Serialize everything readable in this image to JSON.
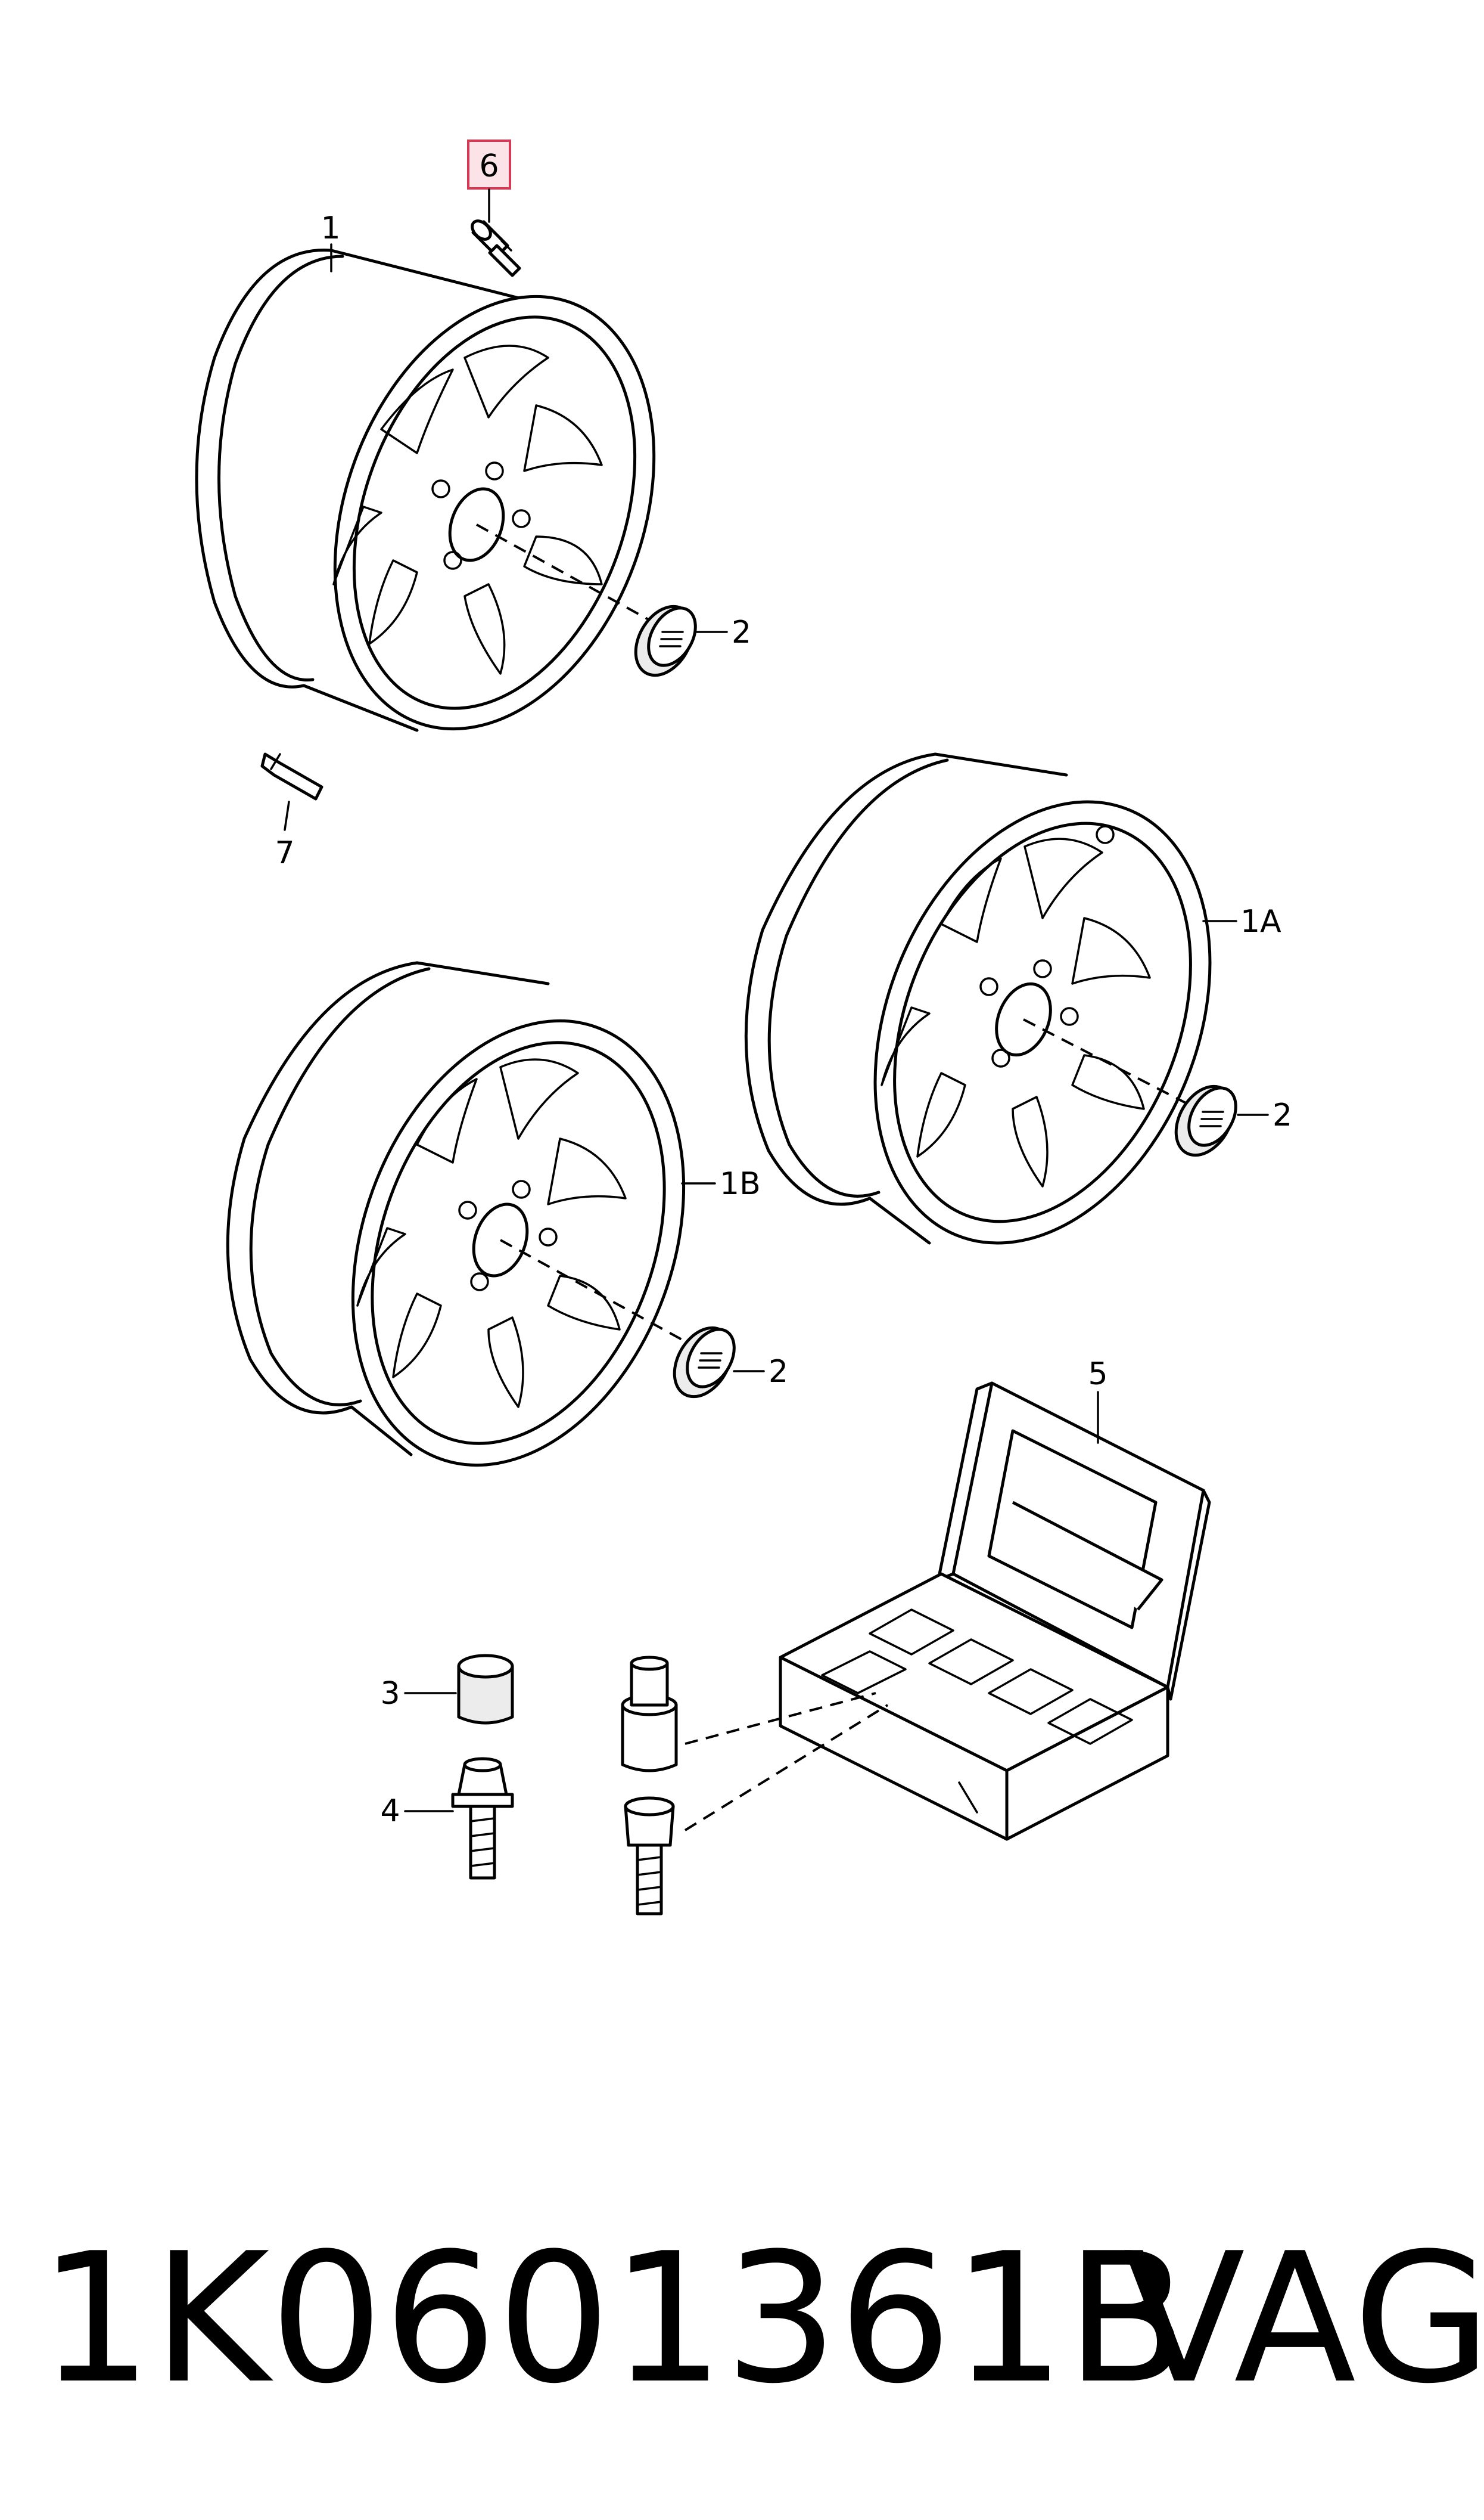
{
  "callouts": {
    "rim_main": "1",
    "rim_1a": "1A",
    "rim_1b": "1B",
    "hub_cap": "2",
    "cap_nut": "3",
    "wheel_bolt": "4",
    "lock_kit": "5",
    "valve": "6",
    "balance_weight": "7"
  },
  "footer": {
    "part_number": "1K0601361B",
    "brand": "VAG"
  },
  "colors": {
    "line": "#000000",
    "highlight_fill": "#fbe3e8",
    "highlight_border": "#d23a56"
  }
}
